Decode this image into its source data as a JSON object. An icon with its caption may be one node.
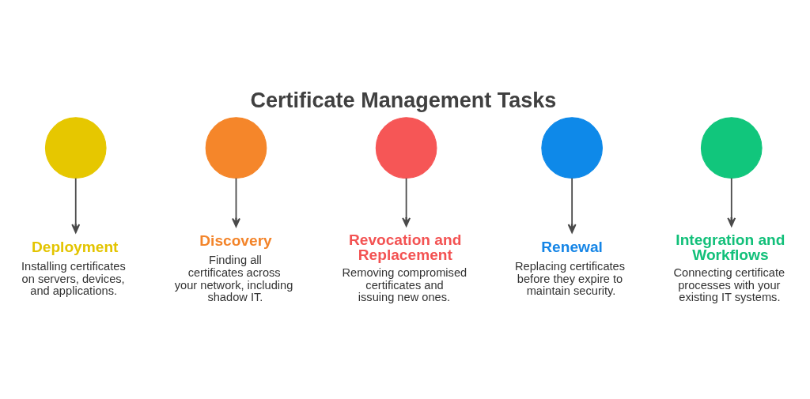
{
  "diagram": {
    "title": "Certificate Management Tasks",
    "nodes": [
      {
        "text": [],
        "shape": "circle"
      },
      {
        "text": [],
        "shape": "circle"
      },
      {
        "text": [],
        "shape": "circle"
      },
      {
        "text": [],
        "shape": "circle"
      },
      {
        "text": [],
        "shape": "circle"
      },
      {
        "text": [
          "Deployment",
          "Installing certificates on servers, devices, and applications."
        ]
      },
      {
        "text": [
          "Discovery",
          "Finding all certificates across your network, including shadow IT."
        ]
      },
      {
        "text": [
          "Revocation and Replacement",
          "Removing compromised certificates and issuing new ones."
        ]
      },
      {
        "text": [
          "Renewal",
          "Replacing certificates before they expire to maintain security."
        ]
      },
      {
        "text": [
          "Integration and Workflows",
          "Connecting certificate processes with your existing IT systems."
        ]
      }
    ],
    "edges": [
      {
        "from": 0,
        "to": 5,
        "arrow": "to"
      },
      {
        "from": 1,
        "to": 6,
        "arrow": "to"
      },
      {
        "from": 2,
        "to": 7,
        "arrow": "to"
      },
      {
        "from": 3,
        "to": 8,
        "arrow": "to"
      },
      {
        "from": 4,
        "to": 9,
        "arrow": "to"
      }
    ]
  }
}
